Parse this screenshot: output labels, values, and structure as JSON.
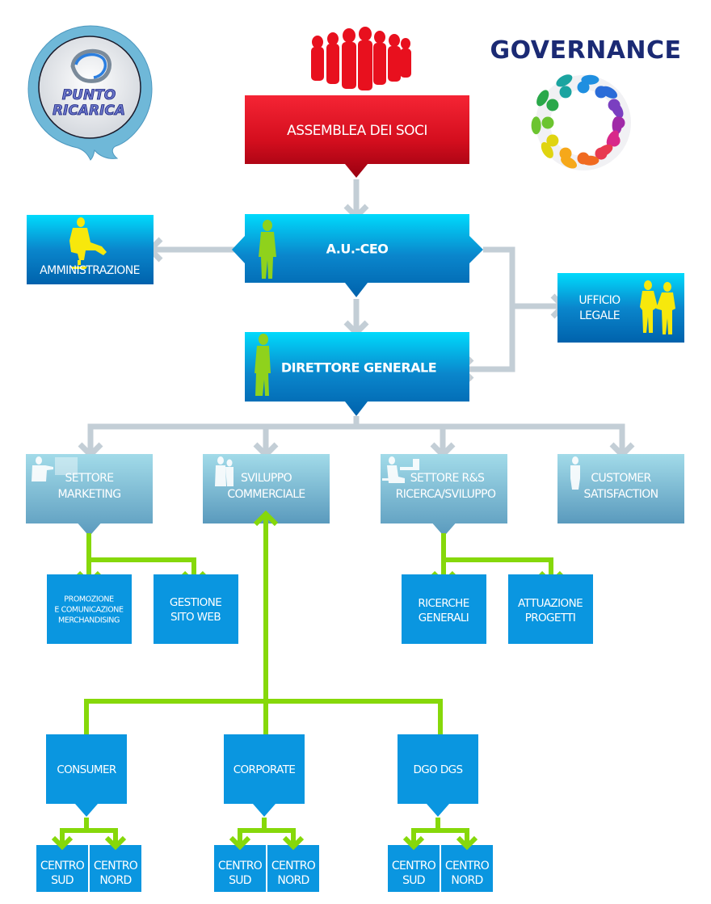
{
  "header": {
    "logo_line1": "PUNTO",
    "logo_line2": "RICARICA",
    "governance_title": "GOVERNANCE"
  },
  "colors": {
    "red_top": "#f02030",
    "red_bottom": "#9a0010",
    "blue_top": "#00d0fa",
    "blue_bottom": "#0060aa",
    "sector_top": "#9ad5e5",
    "sector_bottom": "#5a9bbd",
    "leaf": "#0a96e0",
    "gray_connector": "#c3ced6",
    "green_connector": "#86d80a",
    "governance_text": "#1b2a74",
    "figure_green": "#8fd21c",
    "figure_yellow": "#f7e80c"
  },
  "nodes": {
    "assemblea": {
      "label": "ASSEMBLEA DEI SOCI",
      "icon": "group-people-icon"
    },
    "ceo": {
      "label": "A.U.-CEO",
      "icon": "businesswoman-icon"
    },
    "amministrazione": {
      "label": "AMMINISTRAZIONE",
      "icon": "chair-man-icon"
    },
    "ufficio_legale": {
      "line1": "UFFICIO",
      "line2": "LEGALE",
      "icon": "handshake-icon"
    },
    "direttore": {
      "label": "DIRETTORE GENERALE",
      "icon": "man-standing-icon"
    },
    "sectors": [
      {
        "line1": "SETTORE",
        "line2": "MARKETING",
        "icon": "presenter-icon"
      },
      {
        "line1": "SVILUPPO",
        "line2": "COMMERCIALE",
        "icon": "couple-icon"
      },
      {
        "line1": "SETTORE R&S",
        "line2": "RICERCA/SVILUPPO",
        "icon": "desk-worker-icon"
      },
      {
        "line1": "CUSTOMER",
        "line2": "SATISFACTION",
        "icon": "woman-reading-icon"
      }
    ],
    "marketing_children": [
      {
        "lines": [
          "PROMOZIONE",
          "E COMUNICAZIONE",
          "MERCHANDISING"
        ]
      },
      {
        "lines": [
          "GESTIONE",
          "SITO WEB"
        ]
      }
    ],
    "rs_children": [
      {
        "lines": [
          "RICERCHE",
          "GENERALI"
        ]
      },
      {
        "lines": [
          "ATTUAZIONE",
          "PROGETTI"
        ]
      }
    ],
    "commercial_children": [
      {
        "label": "CONSUMER"
      },
      {
        "label": "CORPORATE"
      },
      {
        "label": "DGO DGS"
      }
    ],
    "centri": {
      "sud_line1": "CENTRO",
      "sud_line2": "SUD",
      "nord_line1": "CENTRO",
      "nord_line2": "NORD"
    }
  }
}
